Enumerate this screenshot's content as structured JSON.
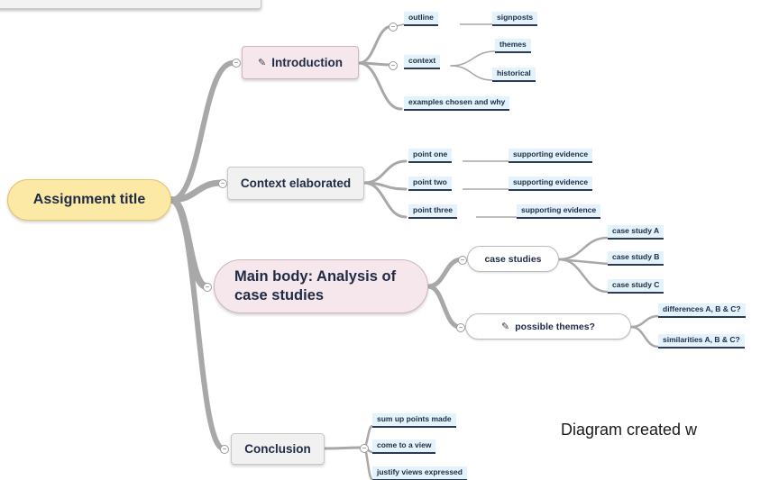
{
  "root": "Assignment title",
  "topics": {
    "introduction": "Introduction",
    "context_elaborated": "Context elaborated",
    "main_body": "Main body: Analysis of case studies",
    "conclusion": "Conclusion"
  },
  "introduction": {
    "outline": "outline",
    "signposts": "signposts",
    "context": "context",
    "themes": "themes",
    "historical": "historical",
    "examples": "examples chosen and why"
  },
  "context_elaborated": {
    "points": [
      "point one",
      "point two",
      "point three"
    ],
    "evidence": [
      "supporting evidence",
      "supporting evidence",
      "supporting evidence"
    ]
  },
  "main_body": {
    "case_studies": "case studies",
    "cases": [
      "case study A",
      "case study B",
      "case study C"
    ],
    "possible_themes": "possible themes?",
    "themes": [
      "differences A, B & C?",
      "similarities A, B & C?"
    ]
  },
  "conclusion": {
    "items": [
      "sum up points made",
      "come to a view",
      "justify views expressed"
    ]
  },
  "caption": "Diagram created w",
  "colors": {
    "root_fill": "#fde9a6",
    "topic_fill": "#f1f1f1",
    "pink_fill": "#f6e7ec",
    "label_fill": "#e4f3fb",
    "connector": "#a8a8a8",
    "text": "#1f2a44"
  }
}
